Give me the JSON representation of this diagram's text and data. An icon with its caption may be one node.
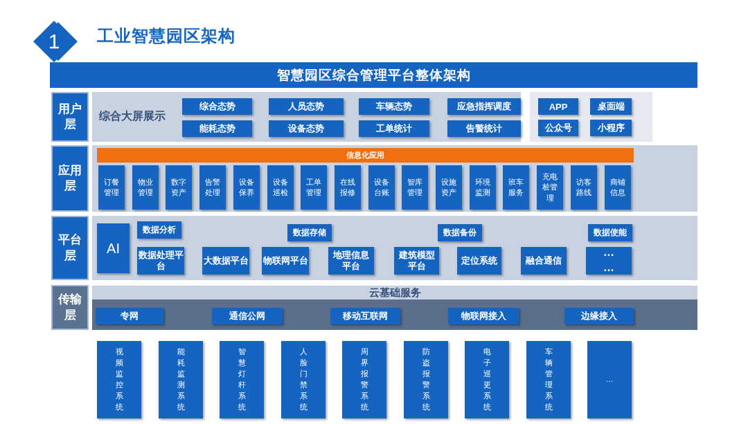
{
  "diagram": {
    "title": "工业智慧园区架构",
    "nodes": [
      {
        "text": [
          "1"
        ]
      },
      {
        "text": [
          "智慧园区综合管理平台整体架构"
        ]
      },
      {
        "text": [
          "用户层"
        ]
      },
      {
        "text": [
          "综合大屏展示"
        ]
      },
      {
        "text": [
          "综合态势"
        ],
        "in": 3
      },
      {
        "text": [
          "人员态势"
        ],
        "in": 3
      },
      {
        "text": [
          "车辆态势"
        ],
        "in": 3
      },
      {
        "text": [
          "应急指挥调度"
        ],
        "in": 3
      },
      {
        "text": [
          "能耗态势"
        ],
        "in": 3
      },
      {
        "text": [
          "设备态势"
        ],
        "in": 3
      },
      {
        "text": [
          "工单统计"
        ],
        "in": 3
      },
      {
        "text": [
          "告警统计"
        ],
        "in": 3
      },
      {
        "text": [],
        "shape": "box"
      },
      {
        "text": [
          "APP"
        ],
        "in": 12
      },
      {
        "text": [
          "桌面端"
        ],
        "in": 12
      },
      {
        "text": [
          "公众号"
        ],
        "in": 12
      },
      {
        "text": [
          "小程序"
        ],
        "in": 12
      },
      {
        "text": [
          "应用层"
        ]
      },
      {
        "text": [],
        "shape": "box"
      },
      {
        "text": [
          "信息化应用"
        ],
        "in": 18
      },
      {
        "text": [
          "订餐管理"
        ],
        "in": 18
      },
      {
        "text": [
          "物业管理"
        ],
        "in": 18
      },
      {
        "text": [
          "数字资产"
        ],
        "in": 18
      },
      {
        "text": [
          "告警处理"
        ],
        "in": 18
      },
      {
        "text": [
          "设备保养"
        ],
        "in": 18
      },
      {
        "text": [
          "设备巡检"
        ],
        "in": 18
      },
      {
        "text": [
          "工单管理"
        ],
        "in": 18
      },
      {
        "text": [
          "在线报修"
        ],
        "in": 18
      },
      {
        "text": [
          "设备台账"
        ],
        "in": 18
      },
      {
        "text": [
          "智库管理"
        ],
        "in": 18
      },
      {
        "text": [
          "设施资产"
        ],
        "in": 18
      },
      {
        "text": [
          "环境监测"
        ],
        "in": 18
      },
      {
        "text": [
          "班车服务"
        ],
        "in": 18
      },
      {
        "text": [
          "充电桩管理"
        ],
        "in": 18
      },
      {
        "text": [
          "访客路线"
        ],
        "in": 18
      },
      {
        "text": [
          "商铺信息"
        ],
        "in": 18
      },
      {
        "text": [
          "平台层"
        ]
      },
      {
        "text": [],
        "shape": "box"
      },
      {
        "text": [
          "AI"
        ],
        "in": 37
      },
      {
        "text": [
          "数据分析"
        ],
        "in": 37
      },
      {
        "text": [
          "数据存储"
        ],
        "in": 37
      },
      {
        "text": [
          "数据备份"
        ],
        "in": 37
      },
      {
        "text": [
          "数据使能"
        ],
        "in": 37
      },
      {
        "text": [
          "数据处理平台"
        ],
        "in": 37
      },
      {
        "text": [
          "大数据平台"
        ],
        "in": 37
      },
      {
        "text": [
          "物联网平台"
        ],
        "in": 37
      },
      {
        "text": [
          "地理信息平台"
        ],
        "in": 37
      },
      {
        "text": [
          "建筑模型平台"
        ],
        "in": 37
      },
      {
        "text": [
          "定位系统"
        ],
        "in": 37
      },
      {
        "text": [
          "融合通信"
        ],
        "in": 37
      },
      {
        "text": [
          "…",
          "…"
        ],
        "in": 37
      },
      {
        "text": [
          "传输层"
        ]
      },
      {
        "text": [
          "云基础服务"
        ]
      },
      {
        "text": [],
        "shape": "box"
      },
      {
        "text": [
          "专网"
        ],
        "in": 53
      },
      {
        "text": [
          "通信公网"
        ],
        "in": 53
      },
      {
        "text": [
          "移动互联网"
        ],
        "in": 53
      },
      {
        "text": [
          "物联网接入"
        ],
        "in": 53
      },
      {
        "text": [
          "边缘接入"
        ],
        "in": 53
      },
      {
        "text": [
          "视频监控系统"
        ]
      },
      {
        "text": [
          "能耗监测系统"
        ]
      },
      {
        "text": [
          "智慧灯杆系统"
        ]
      },
      {
        "text": [
          "人脸门禁系统"
        ]
      },
      {
        "text": [
          "周界报警系统"
        ]
      },
      {
        "text": [
          "防盗报警系统"
        ]
      },
      {
        "text": [
          "电子巡更系统"
        ]
      },
      {
        "text": [
          "车辆管理系统"
        ]
      },
      {
        "text": [
          "…"
        ]
      }
    ],
    "edges": []
  }
}
